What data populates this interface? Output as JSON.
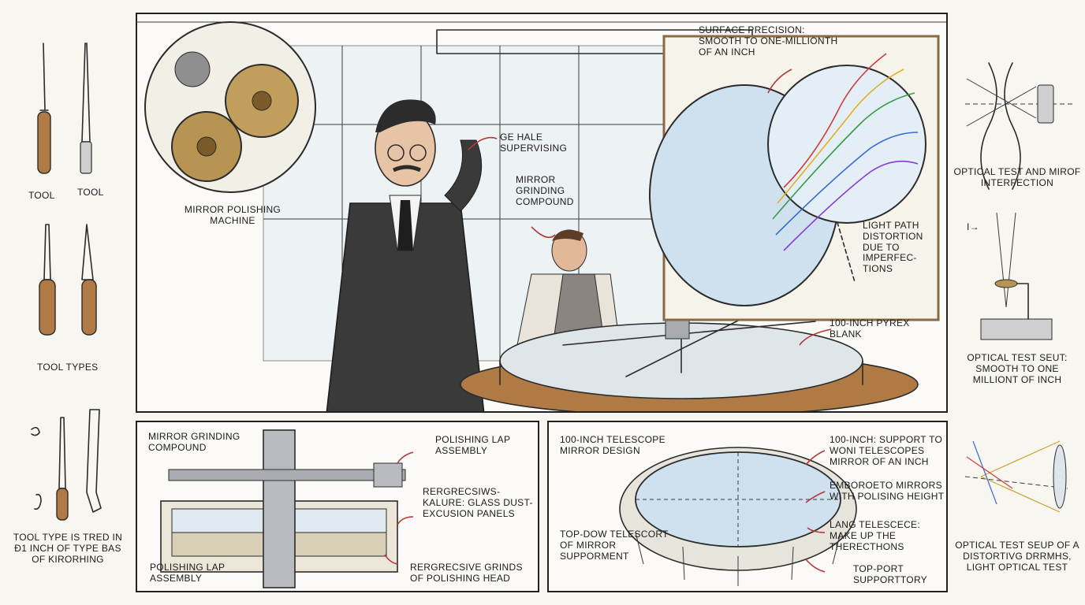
{
  "tools_column": {
    "label_tool_1": "TOOL",
    "label_tool_2": "TOOL",
    "label_tool_types": "TOOL TYPES",
    "caption": "TOOL TYPE IS TRED IN Đ1 INCH OF TYPE BAS OF KIRORHING"
  },
  "main_scene": {
    "machine_label": "MIRROR POLISHING MACHINE",
    "hale_label": "GE HALE SUPERVISING",
    "compound_label": "MIRROR GRINDING COMPOUND",
    "precision_label": "SURFACE PRECISION: SMOOTH TO ONE-MILLIONTH OF AN INCH",
    "light_label": "LIGHT PATH DISTORTION DUE TO IMPERFEC- TIONS",
    "blank_label": "100-INCH PYREX BLANK"
  },
  "lap_panel": {
    "compound_label": "MIRROR GRINDING COMPOUND",
    "lap_label_top": "POLISHING LAP ASSEMBLY",
    "glass_label": "RERGRECSIWS- KALURE: GLASS DUST-EXCUSION PANELS",
    "lap_label_bottom": "POLISHING LAP ASSEMBLY",
    "grinds_label": "RERGRECSIVE GRINDS OF POLISHING HEAD"
  },
  "telescope_panel": {
    "design_label": "100-INCH TELESCOPE MIRROR DESIGN",
    "support_label": "100-INCH: SUPPORT TO WONI TELESCOPES MIRROR OF AN INCH",
    "embodied_label": "EMBOROETO MIRRORS WITH POLISING HEIGHT",
    "lang_label": "LANG TELESCECE: MAKE UP THE THERECTHONS",
    "topdow_label": "TOP-DOW TELESCORT OF MIRROR SUPPORMENT",
    "topport_label": "TOP-PORT SUPPORTTORY"
  },
  "optics_column": {
    "test_1": "OPTICAL TEST AND MIROF INTERFECTION",
    "test_2": "OPTICAL TEST SEUT: SMOOTH TO ONE MILLIONT OF INCH",
    "test_3": "OPTICAL TEST SEUP OF A DISTORTIVG DRRMHS, LIGHT OPTICAL TEST",
    "marker": "I→"
  },
  "colors": {
    "ink": "#2b2b2b",
    "arrow_red": "#b23a3a",
    "wood": "#b07a44",
    "brass": "#a07a3c",
    "glass": "#cfe1ee",
    "suit": "#3a3a3a"
  }
}
